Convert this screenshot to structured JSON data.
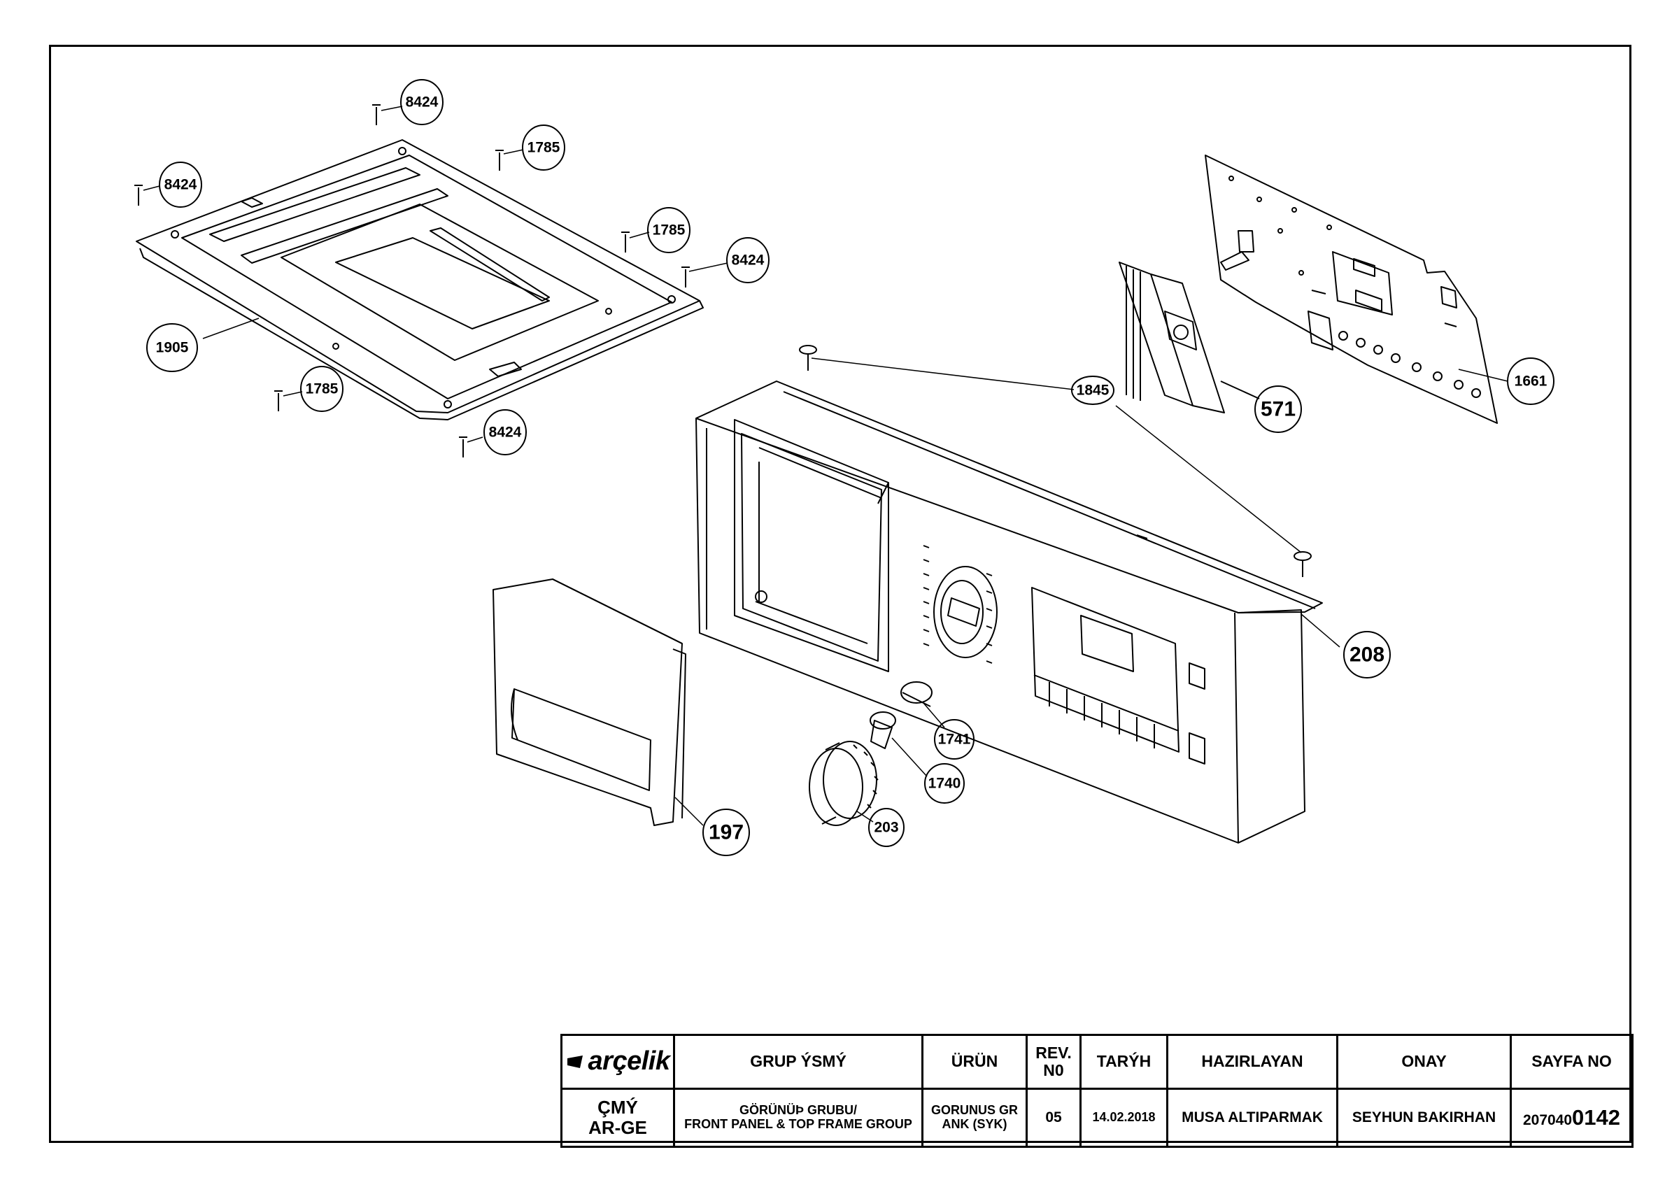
{
  "callouts": {
    "c8424_a": "8424",
    "c1785_a": "1785",
    "c8424_b": "8424",
    "c1785_b": "1785",
    "c8424_c": "8424",
    "c1905": "1905",
    "c1785_c": "1785",
    "c8424_d": "8424",
    "c1661": "1661",
    "c571": "571",
    "c1845": "1845",
    "c208": "208",
    "c197": "197",
    "c1741": "1741",
    "c1740": "1740",
    "c203": "203"
  },
  "title_block": {
    "logo_text": "arçelik",
    "logo_icon": "arcelik-logo-icon",
    "headers": {
      "group_name": "GRUP ÝSMÝ",
      "product": "ÜRÜN",
      "rev_line1": "REV.",
      "rev_line2": "N0",
      "date": "TARÝH",
      "prepared_by": "HAZIRLAYAN",
      "approval": "ONAY",
      "page_no": "SAYFA NO"
    },
    "values": {
      "dept_line1": "ÇMÝ",
      "dept_line2": "AR-GE",
      "group_line1": "GÖRÜNÜÞ GRUBU/",
      "group_line2": "FRONT PANEL & TOP FRAME GROUP",
      "product_line1": "GORUNUS GR",
      "product_line2": "ANK (SYK)",
      "rev": "05",
      "date": "14.02.2018",
      "prepared_by": "MUSA ALTIPARMAK",
      "approval": "SEYHUN BAKIRHAN",
      "page_prefix": "207040",
      "page_suffix": "0142"
    }
  }
}
